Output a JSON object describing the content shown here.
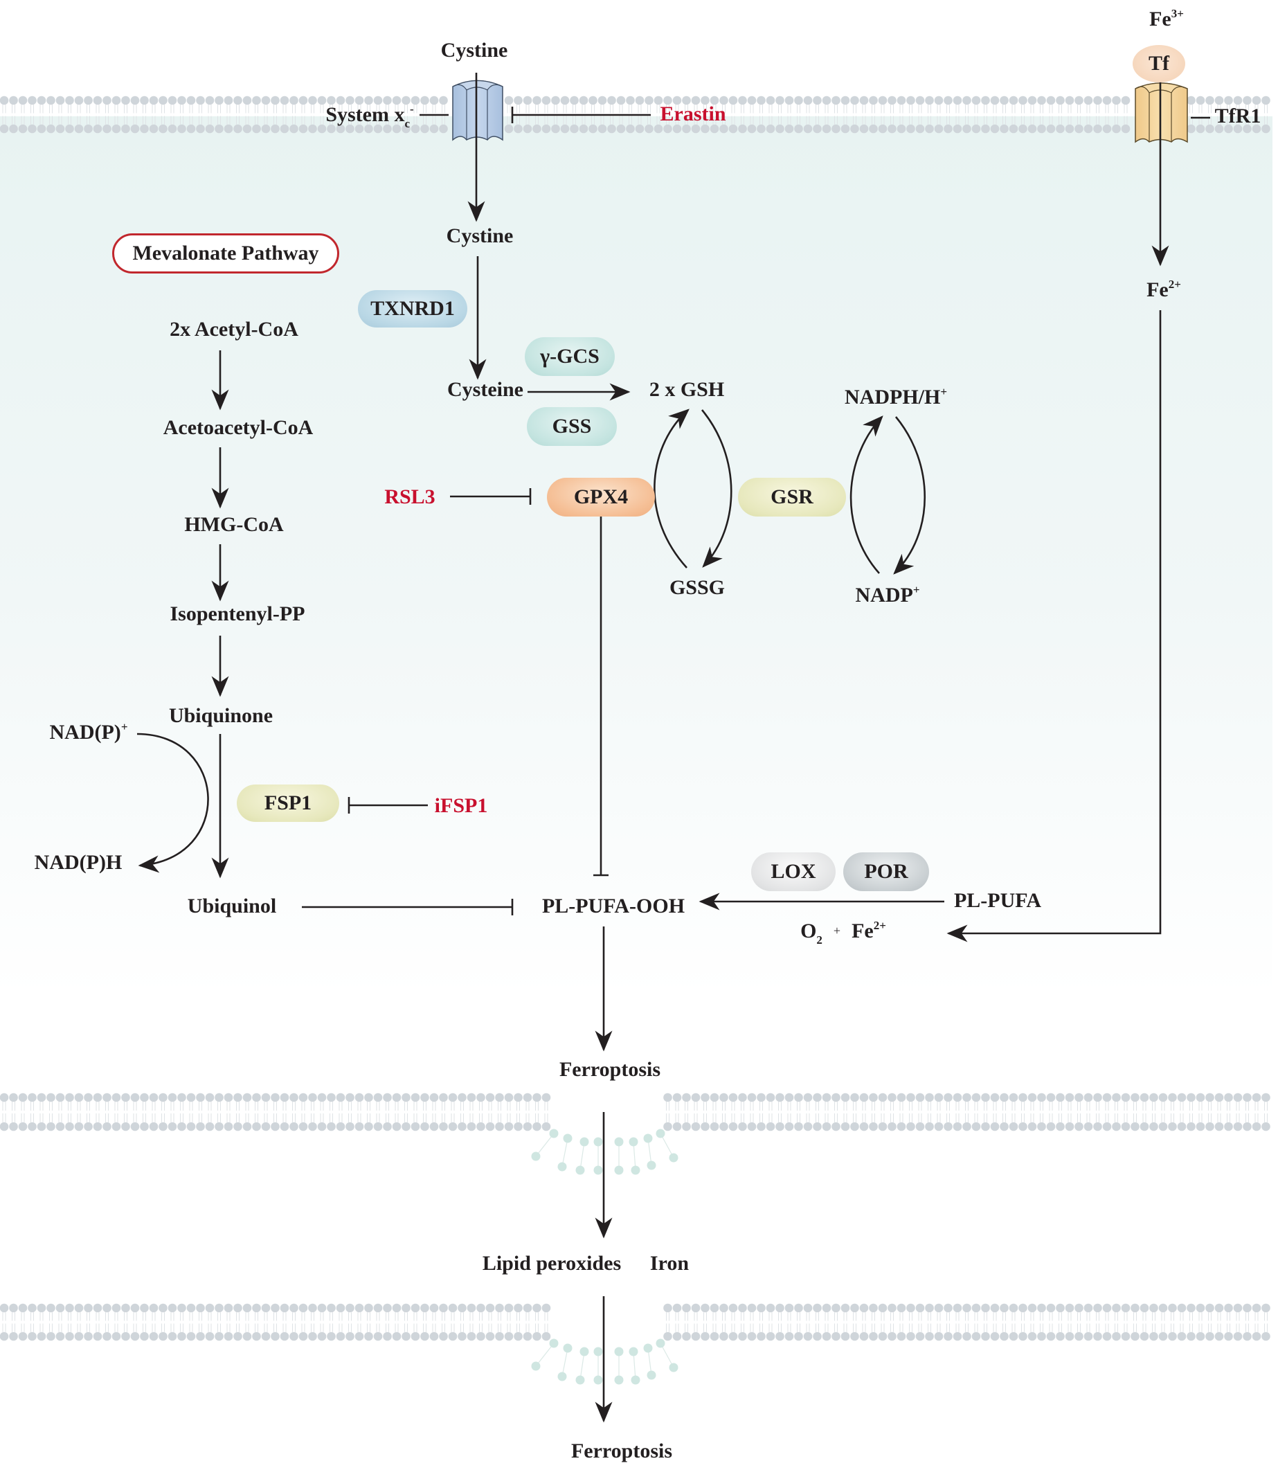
{
  "figure": {
    "title": "Ferroptosis signaling pathways",
    "colors": {
      "text": "#231f20",
      "inhibitor": "#c8102e",
      "membrane_head": "#cfd5da",
      "pore_head": "#cfe6e1",
      "cytoplasm": "#eaf4f3",
      "system_xc": "#b5cbe5",
      "tfr1": "#f3d39a"
    }
  },
  "extracellular": {
    "cystine": "Cystine",
    "system_xc_label": "System x",
    "system_xc_sub": "c",
    "system_xc_sup": "-",
    "erastin": "Erastin",
    "fe3": "Fe",
    "fe3_sup": "3+",
    "tf": "Tf",
    "tfr1": "TfR1"
  },
  "mevalonate": {
    "title": "Mevalonate Pathway",
    "steps": [
      "2x Acetyl-CoA",
      "Acetoacetyl-CoA",
      "HMG-CoA",
      "Isopentenyl-PP",
      "Ubiquinone",
      "Ubiquinol"
    ],
    "cofactor_in": "NAD(P)",
    "cofactor_in_sup": "+",
    "cofactor_out": "NAD(P)H",
    "enzyme": "FSP1",
    "inhibitor": "iFSP1"
  },
  "gsh_axis": {
    "cystine_inner": "Cystine",
    "txnrd1": "TXNRD1",
    "cysteine": "Cysteine",
    "gcs": "γ-GCS",
    "gss": "GSS",
    "gsh": "2 x GSH",
    "gssg": "GSSG",
    "gpx4": "GPX4",
    "rsl3": "RSL3",
    "gsr": "GSR",
    "nadph": "NADPH/H",
    "nadph_sup": "+",
    "nadp": "NADP",
    "nadp_sup": "+"
  },
  "iron": {
    "fe2": "Fe",
    "fe2_sup": "2+"
  },
  "lipid": {
    "pl_pufa_ooh": "PL-PUFA-OOH",
    "pl_pufa": "PL-PUFA",
    "lox": "LOX",
    "por": "POR",
    "o2": "O",
    "o2_sub": "2",
    "plus": "+",
    "fe2": "Fe",
    "fe2_sup": "2+"
  },
  "outcome": {
    "ferroptosis_1": "Ferroptosis",
    "lipid_peroxides": "Lipid peroxides",
    "iron": "Iron",
    "ferroptosis_2": "Ferroptosis"
  }
}
